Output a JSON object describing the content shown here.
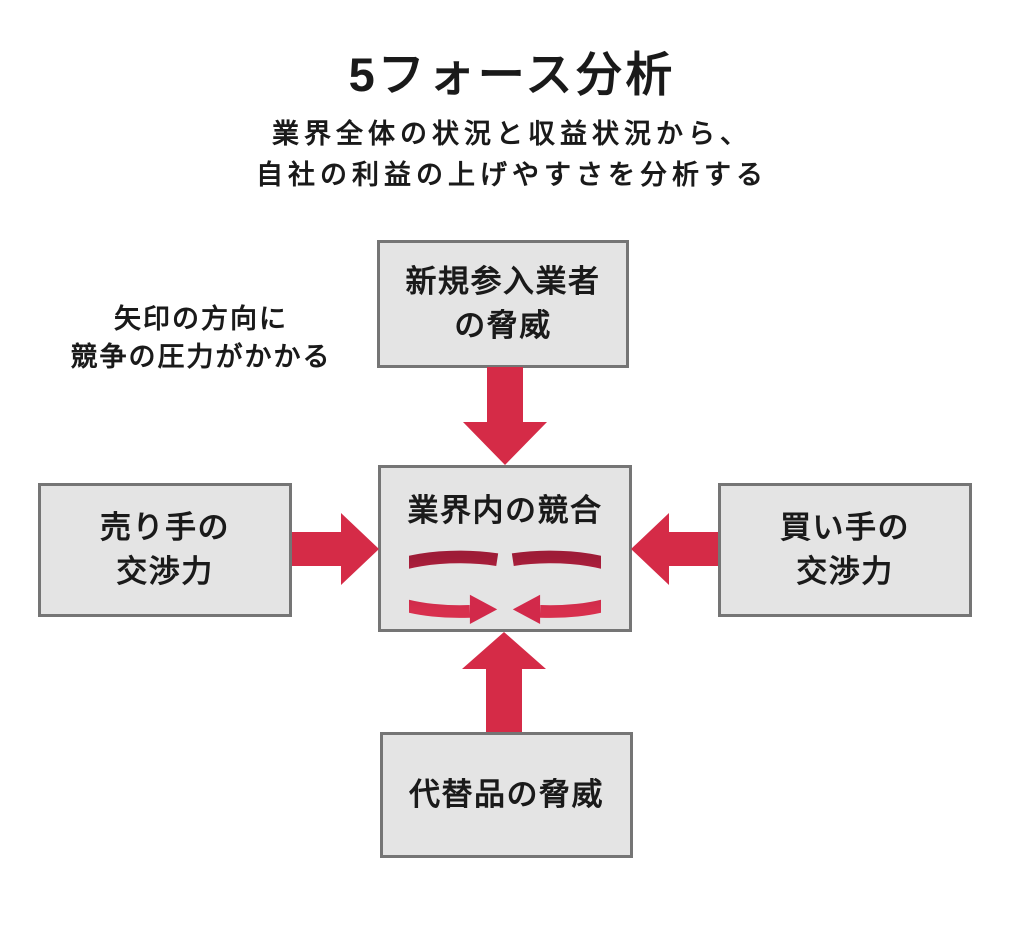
{
  "title": "5フォース分析",
  "subtitle": {
    "line1": "業界全体の状況と収益状況から、",
    "line2": "自社の利益の上げやすさを分析する"
  },
  "annotation": {
    "line1": "矢印の方向に",
    "line2": "競争の圧力がかかる"
  },
  "boxes": {
    "new_entrants": {
      "line1": "新規参入業者",
      "line2": "の脅威"
    },
    "suppliers": {
      "line1": "売り手の",
      "line2": "交渉力"
    },
    "rivalry": {
      "label": "業界内の競合"
    },
    "buyers": {
      "line1": "買い手の",
      "line2": "交渉力"
    },
    "substitutes": {
      "label": "代替品の脅威"
    }
  },
  "icons": {
    "rotation_cycle": "rotation-cycle-icon",
    "pressure_arrows": [
      "down-arrow-icon",
      "up-arrow-icon",
      "right-arrow-icon",
      "left-arrow-icon"
    ]
  },
  "colors": {
    "arrow_red": "#d52b47",
    "ribbon_dark_red": "#9e1c37",
    "ribbon_light_red": "#d8304e",
    "box_fill": "#e4e4e4",
    "box_border": "#757575",
    "text": "#1a1a1a",
    "background": "#ffffff"
  }
}
